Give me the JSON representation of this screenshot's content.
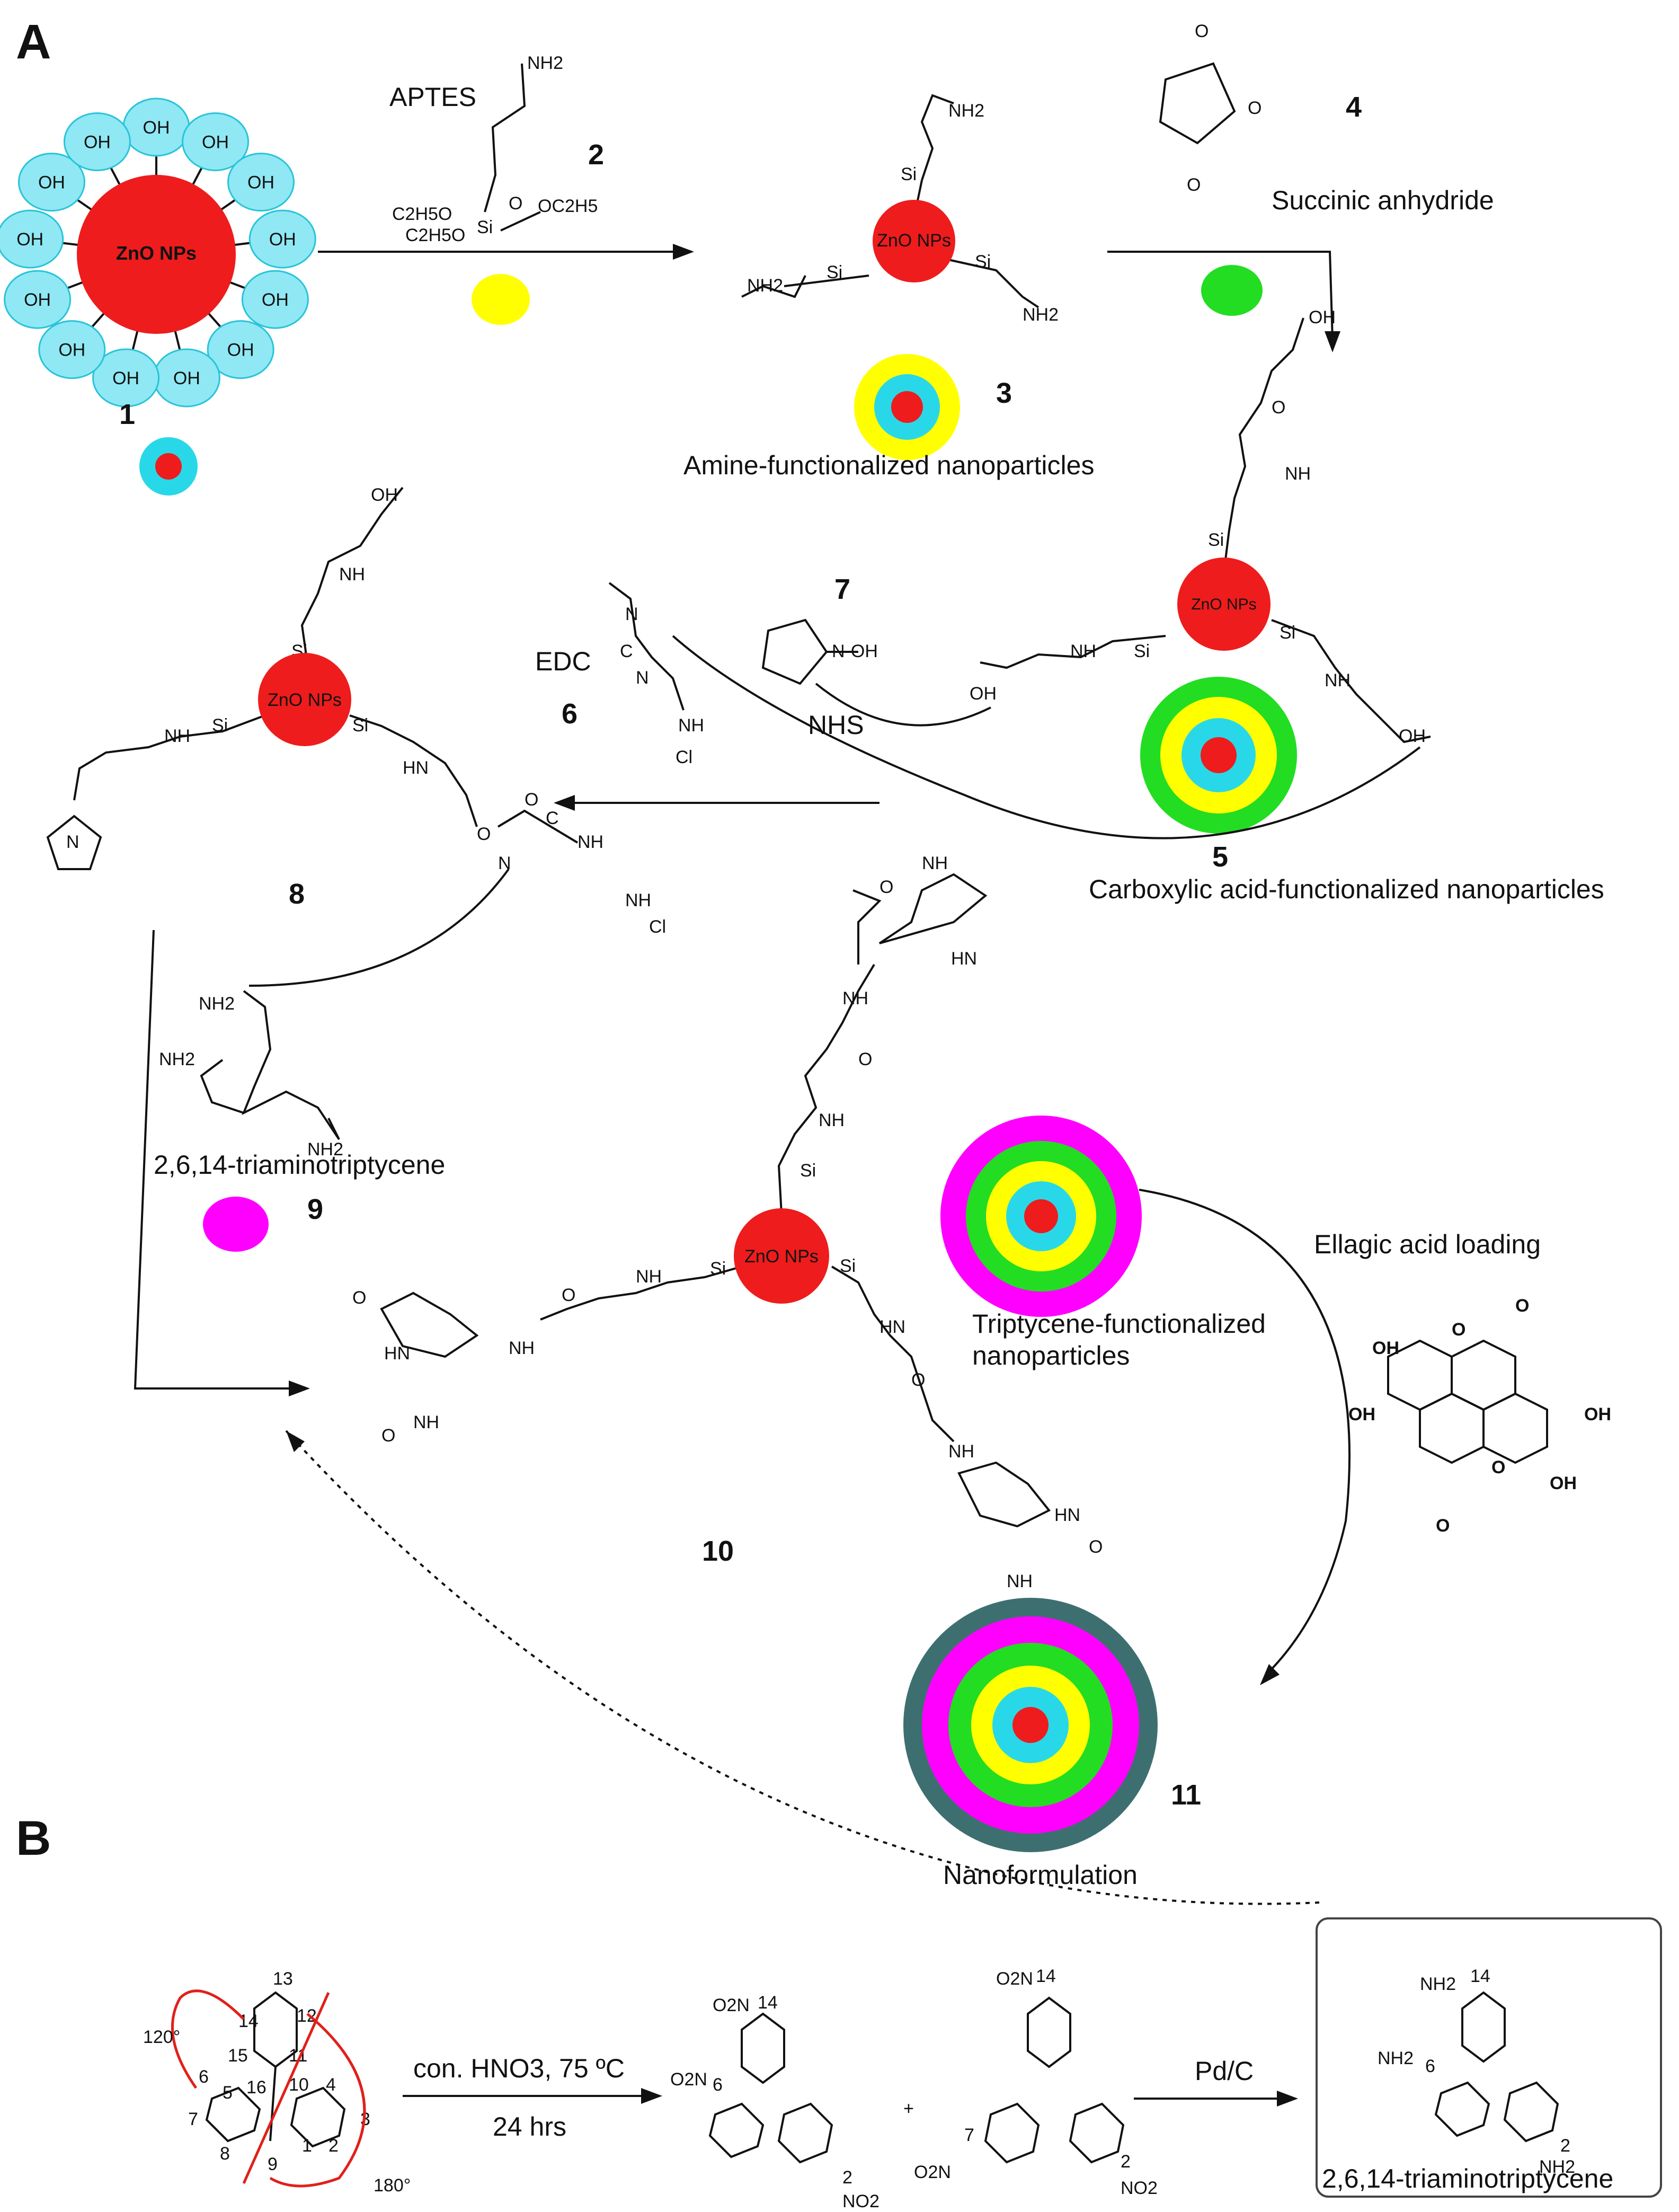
{
  "panels": {
    "a": "A",
    "b": "B"
  },
  "compounds": {
    "c1": "1",
    "c2": "2",
    "c3": "3",
    "c4": "4",
    "c5": "5",
    "c6": "6",
    "c7": "7",
    "c8": "8",
    "c9": "9",
    "c10": "10",
    "c11": "11"
  },
  "labels": {
    "aptes": "APTES",
    "succinic": "Succinic anhydride",
    "amine_np": "Amine-functionalized nanoparticles",
    "carboxy_np": "Carboxylic acid-functionalized nanoparticles",
    "edc": "EDC",
    "nhs": "NHS",
    "triamino": "2,6,14-triaminotriptycene",
    "trip_np_1": "Triptycene-functionalized",
    "trip_np_2": "nanoparticles",
    "ellagic": "Ellagic acid loading",
    "nanoform": "Nanoformulation",
    "core": "ZnO NPs",
    "oh": "OH",
    "nh2": "NH2",
    "nh": "NH",
    "hn": "HN",
    "o": "O",
    "n": "N",
    "si": "Si",
    "c": "C",
    "cl": "Cl",
    "n_oh": "N-OH",
    "oc2h5": "OC2H5",
    "c2h5o": "C2H5O",
    "c2h5o_b": "C2H5O"
  },
  "reaction_b": {
    "conditions_top": "con. HNO3, 75 ºC",
    "conditions_bottom": "24 hrs",
    "catalyst": "Pd/C",
    "angle_120": "120°",
    "angle_180": "180°",
    "plus": "+",
    "no2": "O2N",
    "no2_r": "NO2",
    "product": "2,6,14-triaminotriptycene",
    "ring_numbers": [
      "1",
      "2",
      "3",
      "4",
      "5",
      "6",
      "7",
      "8",
      "9",
      "10",
      "11",
      "12",
      "13",
      "14",
      "15",
      "16"
    ],
    "pos_14": "14",
    "pos_6": "6",
    "pos_2": "2",
    "pos_7": "7"
  },
  "colors": {
    "core": "#ee1c1c",
    "shell_cyan": "#29d8e8",
    "shell_yellow": "#ffff00",
    "shell_green": "#22dd22",
    "shell_magenta": "#ff00ff",
    "shell_teal": "#3d6f70",
    "oh_bead": "#8fe8f4",
    "arrow_red": "#e0201a"
  }
}
